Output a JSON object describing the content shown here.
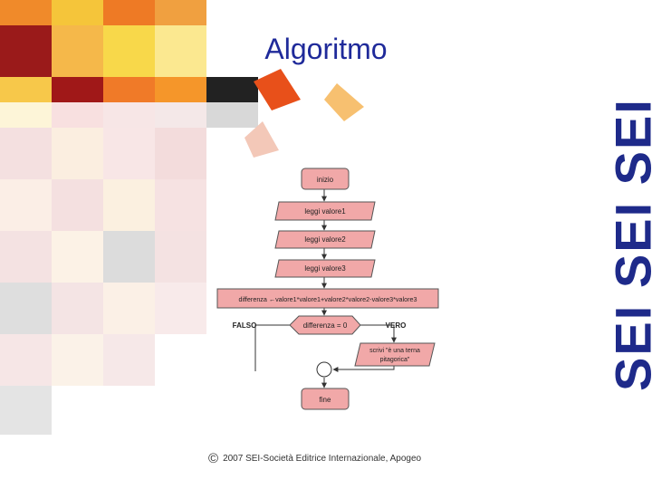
{
  "slide": {
    "title": "Algoritmo",
    "footer_symbol": "©",
    "footer_text": "2007 SEI-Società Editrice Internazionale, Apogeo",
    "logo_text": "SEI SEI SEI",
    "title_color": "#1f2a9a",
    "logo_color": "#1e2a8a"
  },
  "flowchart": {
    "nodes": {
      "start": "inizio",
      "read1": "leggi valore1",
      "read2": "leggi valore2",
      "read3": "leggi valore3",
      "assign": "differenza ←valore1*valore1+valore2*valore2-valore3*valore3",
      "decision": "differenza = 0",
      "write_line1": "scrivi \"è una terna",
      "write_line2": "pitagorica\"",
      "end": "fine"
    },
    "labels": {
      "false": "FALSO",
      "true": "VERO"
    },
    "colors": {
      "box_fill": "#f1a8a8",
      "box_stroke": "#555555"
    }
  }
}
